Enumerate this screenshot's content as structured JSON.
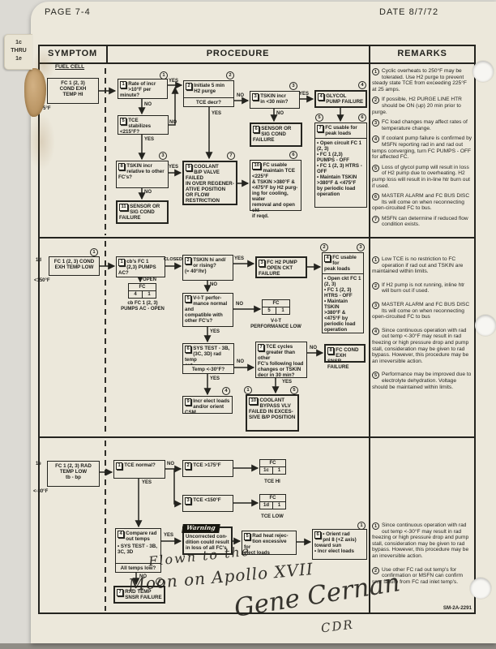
{
  "page": {
    "page_label": "PAGE 7-4",
    "date_label": "DATE 8/7/72",
    "tab": "1c\nTHRU\n1e",
    "footer_code": "SM-2A-2291",
    "group_label": "FUEL CELL"
  },
  "headers": {
    "symptom": "SYMPTOM",
    "procedure": "PROCEDURE",
    "remarks": "REMARKS"
  },
  "labels": {
    "yes": "YES",
    "no": "NO",
    "open": "OPEN",
    "closed": "CLOSED"
  },
  "s1c": {
    "row": "1c",
    "symptom": "FC 1 (2, 3)\nCOND EXH\nTEMP HI",
    "note": ">175°F",
    "b1": {
      "n": "1",
      "t": "Rate of incr\n>10°F per minute?"
    },
    "b2": {
      "n": "2",
      "t": "Initiate 5 min\nH2 purge",
      "sub": "TCE decr?"
    },
    "b3": {
      "n": "3",
      "t": "TSKIN incr\nin <30 min?"
    },
    "b4": {
      "n": "4",
      "t": "GLYCOL\nPUMP FAILURE"
    },
    "b5": {
      "n": "5",
      "t": "TCE\nstabilizes <215°F?"
    },
    "b6": {
      "n": "6",
      "t": "SENSOR OR\nSIG COND\nFAILURE"
    },
    "b7": {
      "n": "7",
      "t": "FC usable for\npeak loads",
      "bullets": "• Open circuit FC 1\n(2, 3)\n• FC 1 (2,3)\nPUMPS - OFF\n• FC 1 (2, 3) HTRS -\nOFF\n• Maintain TSKIN\n>380°F & <475°F\nby periodic load\noperation"
    },
    "b8": {
      "n": "8",
      "t": "TSKIN incr\nrelative to other\nFC's?"
    },
    "b9": {
      "n": "9",
      "t": "COOLANT\nB/P VALVE FAILED\nIN OVER REGENER-\nATIVE POSITION\nOR FLOW\nRESTRICTION"
    },
    "b10": {
      "n": "10",
      "t": "FC usable\nmaintain TCE <225°F\n& TSKIN >380°F &\n<475°F by H2 purg-\ning for cooling, water\nremoval and open ckt\nif reqd."
    },
    "b11": {
      "n": "11",
      "t": "SENSOR OR\nSIG COND\nFAILURE"
    },
    "circles": [
      "1",
      "2",
      "3",
      "4",
      "5",
      "6",
      "7",
      "6",
      "3"
    ],
    "remarks": [
      {
        "n": "1",
        "t": "Cyclic overheats to 250°F may be tolerated.  Use H2 purge to prevent steady state TCE from exceeding 225°F at 25 amps."
      },
      {
        "n": "2",
        "t": "If possible, H2 PURGE LINE HTR should be ON (up) 20 min prior to purge."
      },
      {
        "n": "3",
        "t": "FC load changes may affect rates of temperature change."
      },
      {
        "n": "4",
        "t": "If coolant pump failure is confirmed by MSFN reporting rad in and rad out temps converging, turn FC PUMPS - OFF for affected FC."
      },
      {
        "n": "5",
        "t": "Loss of glycol pump will result in loss of H2 pump due to overheating.  H2 pump loss will result in in-line htr burn out if used."
      },
      {
        "n": "6",
        "t": "MASTER ALARM and FC BUS DISC lts will come on when reconnecting open-circuited FC to bus."
      },
      {
        "n": "7",
        "t": "MSFN can determine if reduced flow condition exists."
      }
    ]
  },
  "s1d": {
    "row": "1d",
    "symptom": "FC 1 (2, 3) COND\nEXH TEMP LOW",
    "note": "<150°F",
    "b1": {
      "n": "1",
      "t": "cb's FC 1\n(2,3) PUMPS AC?"
    },
    "p1": {
      "top": "FC",
      "l": "4",
      "r": "1",
      "caption": "cb FC 1 (2, 3)\nPUMPS AC - OPEN"
    },
    "b2": {
      "n": "2",
      "t": "TSKIN hi and/\nor rising?\n(≈ 40°/hr)"
    },
    "b3": {
      "n": "3",
      "t": "FC H2 PUMP\nOPEN CKT\nFAILURE"
    },
    "b4": {
      "n": "4",
      "t": "FC usable for\npeak loads",
      "bullets": "• Open ckt FC 1\n(2, 3)\n• FC 1 (2, 3)\nHTRS - OFF\n• Maintain TSKIN\n>380°F &\n<475°F by\nperiodic load\noperation"
    },
    "b5": {
      "n": "5",
      "t": "V-I-T perfor-\nmance normal and\ncompatible with\nother FC's?"
    },
    "p2": {
      "top": "FC",
      "l": "5",
      "r": "1",
      "caption": "V-I-T\nPERFORMANCE LOW"
    },
    "b6": {
      "n": "6",
      "t": "SYS TEST - 3B,\n(3C, 3D) rad temp\nout",
      "sub": "Temp <-30°F?"
    },
    "b7": {
      "n": "7",
      "t": "TCE cycles\ngreater than other\nFC's following load\nchanges or TSKIN\ndecr in 30 min?"
    },
    "b8": {
      "n": "8",
      "t": "FC COND EXH\nSNSR FAILURE"
    },
    "b9": {
      "n": "9",
      "t": "Incr elect loads\nand/or orient CSM"
    },
    "b10": {
      "n": "10",
      "t": "COOLANT\nBYPASS VLV\nFAILED IN EXCES-\nSIVE B/P POSITION"
    },
    "circles": [
      "1",
      "2",
      "3",
      "4",
      "1",
      "5"
    ],
    "remarks": [
      {
        "n": "1",
        "t": "Low TCE is no restriction to FC operation if rad out and TSKIN are maintained within limits."
      },
      {
        "n": "2",
        "t": "If H2 pump is not running, inline htr will burn out if used."
      },
      {
        "n": "3",
        "t": "MASTER ALARM and FC BUS DISC lts will come on when reconnecting open-circuited FC to bus"
      },
      {
        "n": "4",
        "t": "Since continuous operation with rad out temp <-30°F may result in rad freezing or high pressure drop and pump stall, consideration may be given to rad bypass.  However, this procedure may be an irreversible action."
      },
      {
        "n": "5",
        "t": "Performance may be improved due to electrolyte dehydration. Voltage should be maintained within limits."
      }
    ]
  },
  "s1e": {
    "row": "1e",
    "symptom": "FC 1 (2, 3) RAD\nTEMP LOW\ntb - bp",
    "note": "<-30°F",
    "b1": {
      "n": "1",
      "t": "TCE normal?"
    },
    "b2": {
      "n": "2",
      "t": "TCE >175°F"
    },
    "b3": {
      "n": "3",
      "t": "TCE <150°F"
    },
    "pA": {
      "top": "FC",
      "l": "1c",
      "r": "1",
      "caption": "TCE HI"
    },
    "pB": {
      "top": "FC",
      "l": "1d",
      "r": "1",
      "caption": "TCE LOW"
    },
    "b4": {
      "n": "4",
      "t": "Compare rad\nout temps",
      "bullets": "• SYS TEST - 3B,\n3C, 3D",
      "sub": "All temps low?"
    },
    "warning": {
      "title": "Warning",
      "t": "Uncorrected con-\ndition could result\nin loss of all FC's"
    },
    "b5": {
      "n": "5",
      "t": "Rad heat rejec-\ntion excessive for\nelect loads"
    },
    "b6": {
      "n": "6",
      "t": "• Orient rad\npnl 8 (+Z axis)\ntoward sun\n• Incr elect loads"
    },
    "b7": {
      "n": "7",
      "t": "RAD TEMP\nSNSR FAILURE"
    },
    "circles": [
      "1",
      "2"
    ],
    "remarks": [
      {
        "n": "1",
        "t": "Since continuous operation with rad out temp <-30°F may result in rad freezing or high pressure drop and pump stall, consideration may be given to rad bypass.  However, this procedure may be an irreversible action."
      },
      {
        "n": "2",
        "t": "Use other FC rad out temp's for confirmation or MSFN can confirm snsr failure from FC rad inlet temp's."
      }
    ]
  },
  "handwriting": {
    "line1": "Flown to the",
    "line2": "Moon on Apollo XVII",
    "signature": "Gene Cernan",
    "role": "CDR"
  }
}
